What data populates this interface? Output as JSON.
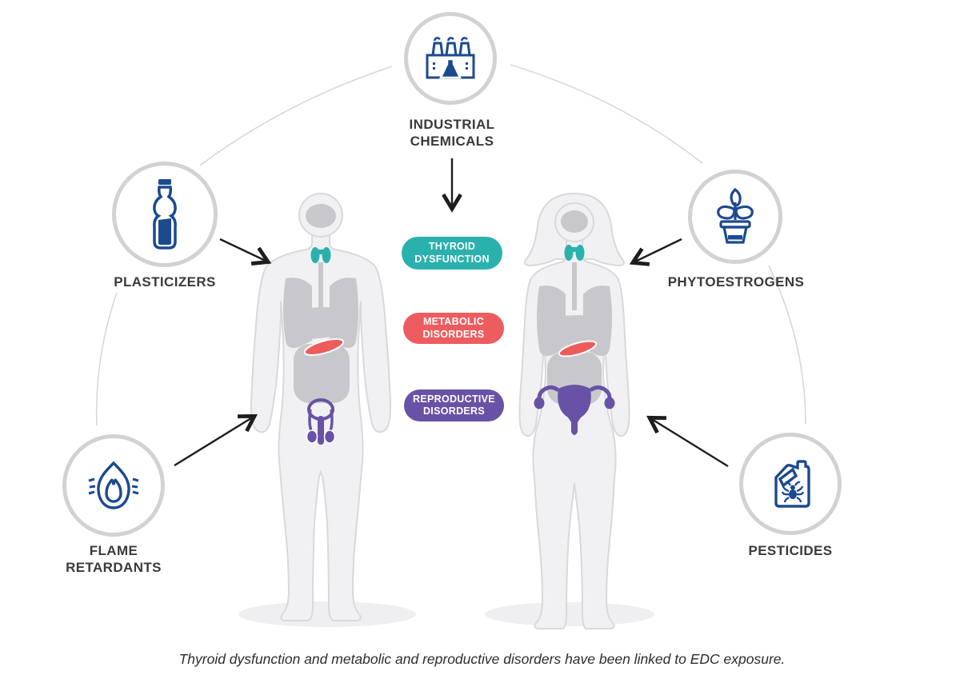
{
  "sources": [
    {
      "name": "industrial-chemicals",
      "line1": "INDUSTRIAL",
      "line2": "CHEMICALS",
      "icon": "factory-icon"
    },
    {
      "name": "plasticizers",
      "line1": "PLASTICIZERS",
      "line2": "",
      "icon": "plastic-bottle-icon"
    },
    {
      "name": "phytoestrogens",
      "line1": "PHYTOESTROGENS",
      "line2": "",
      "icon": "potted-plant-icon"
    },
    {
      "name": "flame-retardants",
      "line1": "FLAME",
      "line2": "RETARDANTS",
      "icon": "flame-icon"
    },
    {
      "name": "pesticides",
      "line1": "PESTICIDES",
      "line2": "",
      "icon": "pesticide-canister-icon"
    }
  ],
  "disorders": [
    {
      "name": "thyroid-dysfunction",
      "line1": "THYROID",
      "line2": "DYSFUNCTION",
      "color": "#2ab1ad"
    },
    {
      "name": "metabolic-disorders",
      "line1": "METABOLIC",
      "line2": "DISORDERS",
      "color": "#ed5c5e"
    },
    {
      "name": "reproductive-disorders",
      "line1": "REPRODUCTIVE",
      "line2": "DISORDERS",
      "color": "#6852a5"
    }
  ],
  "figures": [
    {
      "name": "male-figure"
    },
    {
      "name": "female-figure"
    }
  ],
  "caption": "Thyroid dysfunction and metabolic and reproductive disorders have been linked to EDC exposure.",
  "colors": {
    "icon_navy": "#1b4a8f",
    "circle_ring": "#d2d2d2",
    "arc_line": "#d8d8d8",
    "arrow": "#1d1d1d",
    "label_text": "#3a3a3a",
    "body_fill": "#f1f1f3",
    "body_outline": "#d9d9dd",
    "organ_gray": "#c8c8cc",
    "thyroid_teal": "#2ab1ad",
    "pancreas_red": "#ee5b5b",
    "reproductive_purple": "#6852a5"
  }
}
